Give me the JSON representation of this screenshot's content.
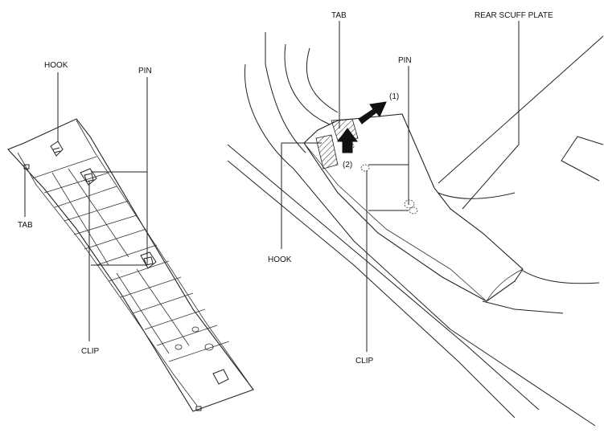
{
  "labels": {
    "left_hook": "HOOK",
    "left_pin": "PIN",
    "left_tab": "TAB",
    "left_clip": "CLIP",
    "right_tab": "TAB",
    "right_plate": "REAR SCUFF PLATE",
    "right_pin": "PIN",
    "right_hook": "HOOK",
    "right_clip": "CLIP",
    "step1": "(1)",
    "step2": "(2)"
  }
}
